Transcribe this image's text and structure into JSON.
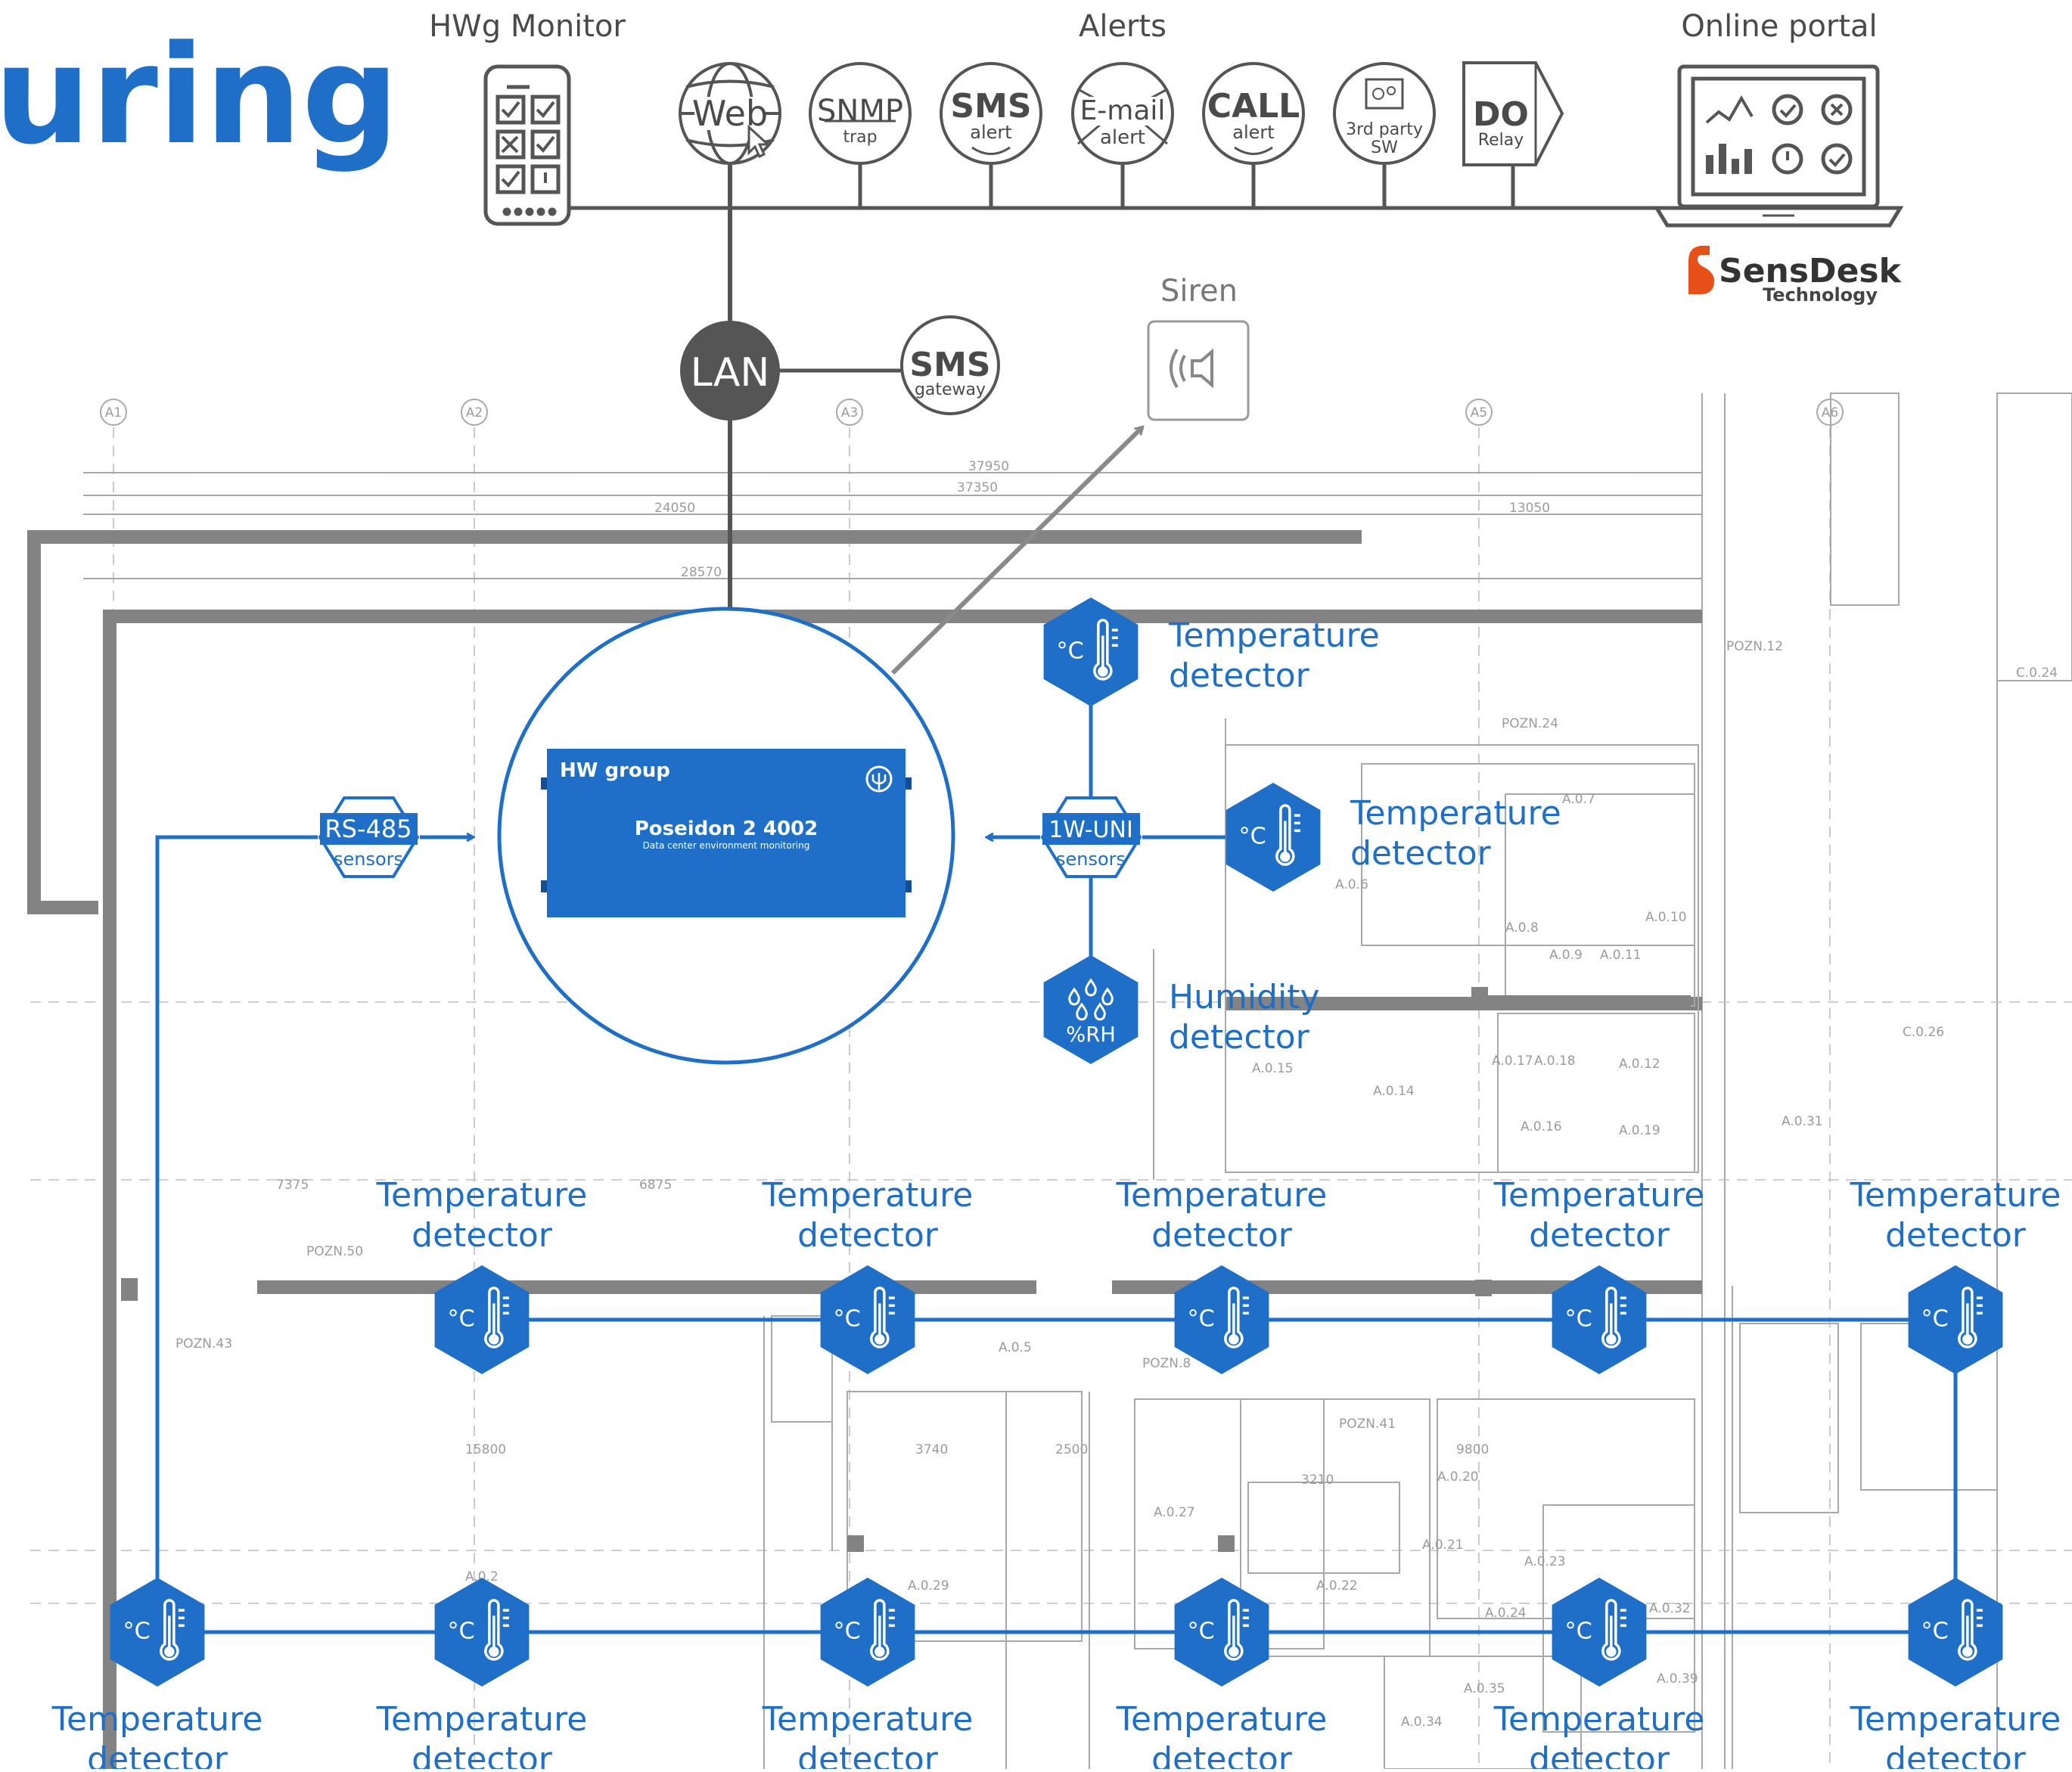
{
  "title_fragment": "uring",
  "top": {
    "hwg_monitor_label": "HWg Monitor",
    "alerts_label": "Alerts",
    "online_portal_label": "Online portal",
    "alert_icons": [
      {
        "main": "Web",
        "sub": ""
      },
      {
        "main": "SNMP",
        "sub": "trap"
      },
      {
        "main": "SMS",
        "sub": "alert"
      },
      {
        "main": "E-mail",
        "sub": "alert"
      },
      {
        "main": "CALL",
        "sub": "alert"
      },
      {
        "main": "3rd party",
        "sub": "SW"
      }
    ],
    "do_relay": {
      "main": "DO",
      "sub": "Relay"
    },
    "brand": {
      "name": "SensDesk",
      "sub": "Technology",
      "color": "#e8501a"
    }
  },
  "network": {
    "lan_label": "LAN",
    "sms_gateway": {
      "main": "SMS",
      "sub": "gateway"
    },
    "siren_label": "Siren"
  },
  "device": {
    "brand_logo": "HW group",
    "name": "Poseidon 2 4002",
    "subtitle": "Data center environment monitoring"
  },
  "buses": {
    "rs485": {
      "main": "RS-485",
      "sub": "sensors"
    },
    "onewire": {
      "main": "1W-UNI",
      "sub": "sensors"
    }
  },
  "sensor_icon_text": {
    "temp": "°C",
    "humidity": "%RH"
  },
  "detectors": {
    "word": "detector",
    "temperature": "Temperature",
    "humidity": "Humidity"
  },
  "colors": {
    "accent": "#1f6fc8",
    "line_dark": "#555555",
    "plan_gray": "#9a9a9a"
  },
  "plan_labels": [
    "A1",
    "A2",
    "A3",
    "A5",
    "A6",
    "37950",
    "37350",
    "24050",
    "13050",
    "28570",
    "A.0.5",
    "A.0.6",
    "A.0.7",
    "A.0.8",
    "A.0.9",
    "A.0.10",
    "A.0.11",
    "A.0.12",
    "A.0.14",
    "A.0.15",
    "A.0.16",
    "A.0.17",
    "A.0.18",
    "A.0.19",
    "A.0.20",
    "A.0.21",
    "A.0.22",
    "A.0.23",
    "A.0.24",
    "A.0.27",
    "A.0.29",
    "A.0.31",
    "A.0.32",
    "A.0.34",
    "A.0.35",
    "A.0.39",
    "A.0.2",
    "C.0.24",
    "C.0.26",
    "POZN.8",
    "POZN.12",
    "POZN.24",
    "POZN.41",
    "POZN.43",
    "POZN.50",
    "7375",
    "6875",
    "15800",
    "3740",
    "9800",
    "2500",
    "3210"
  ]
}
